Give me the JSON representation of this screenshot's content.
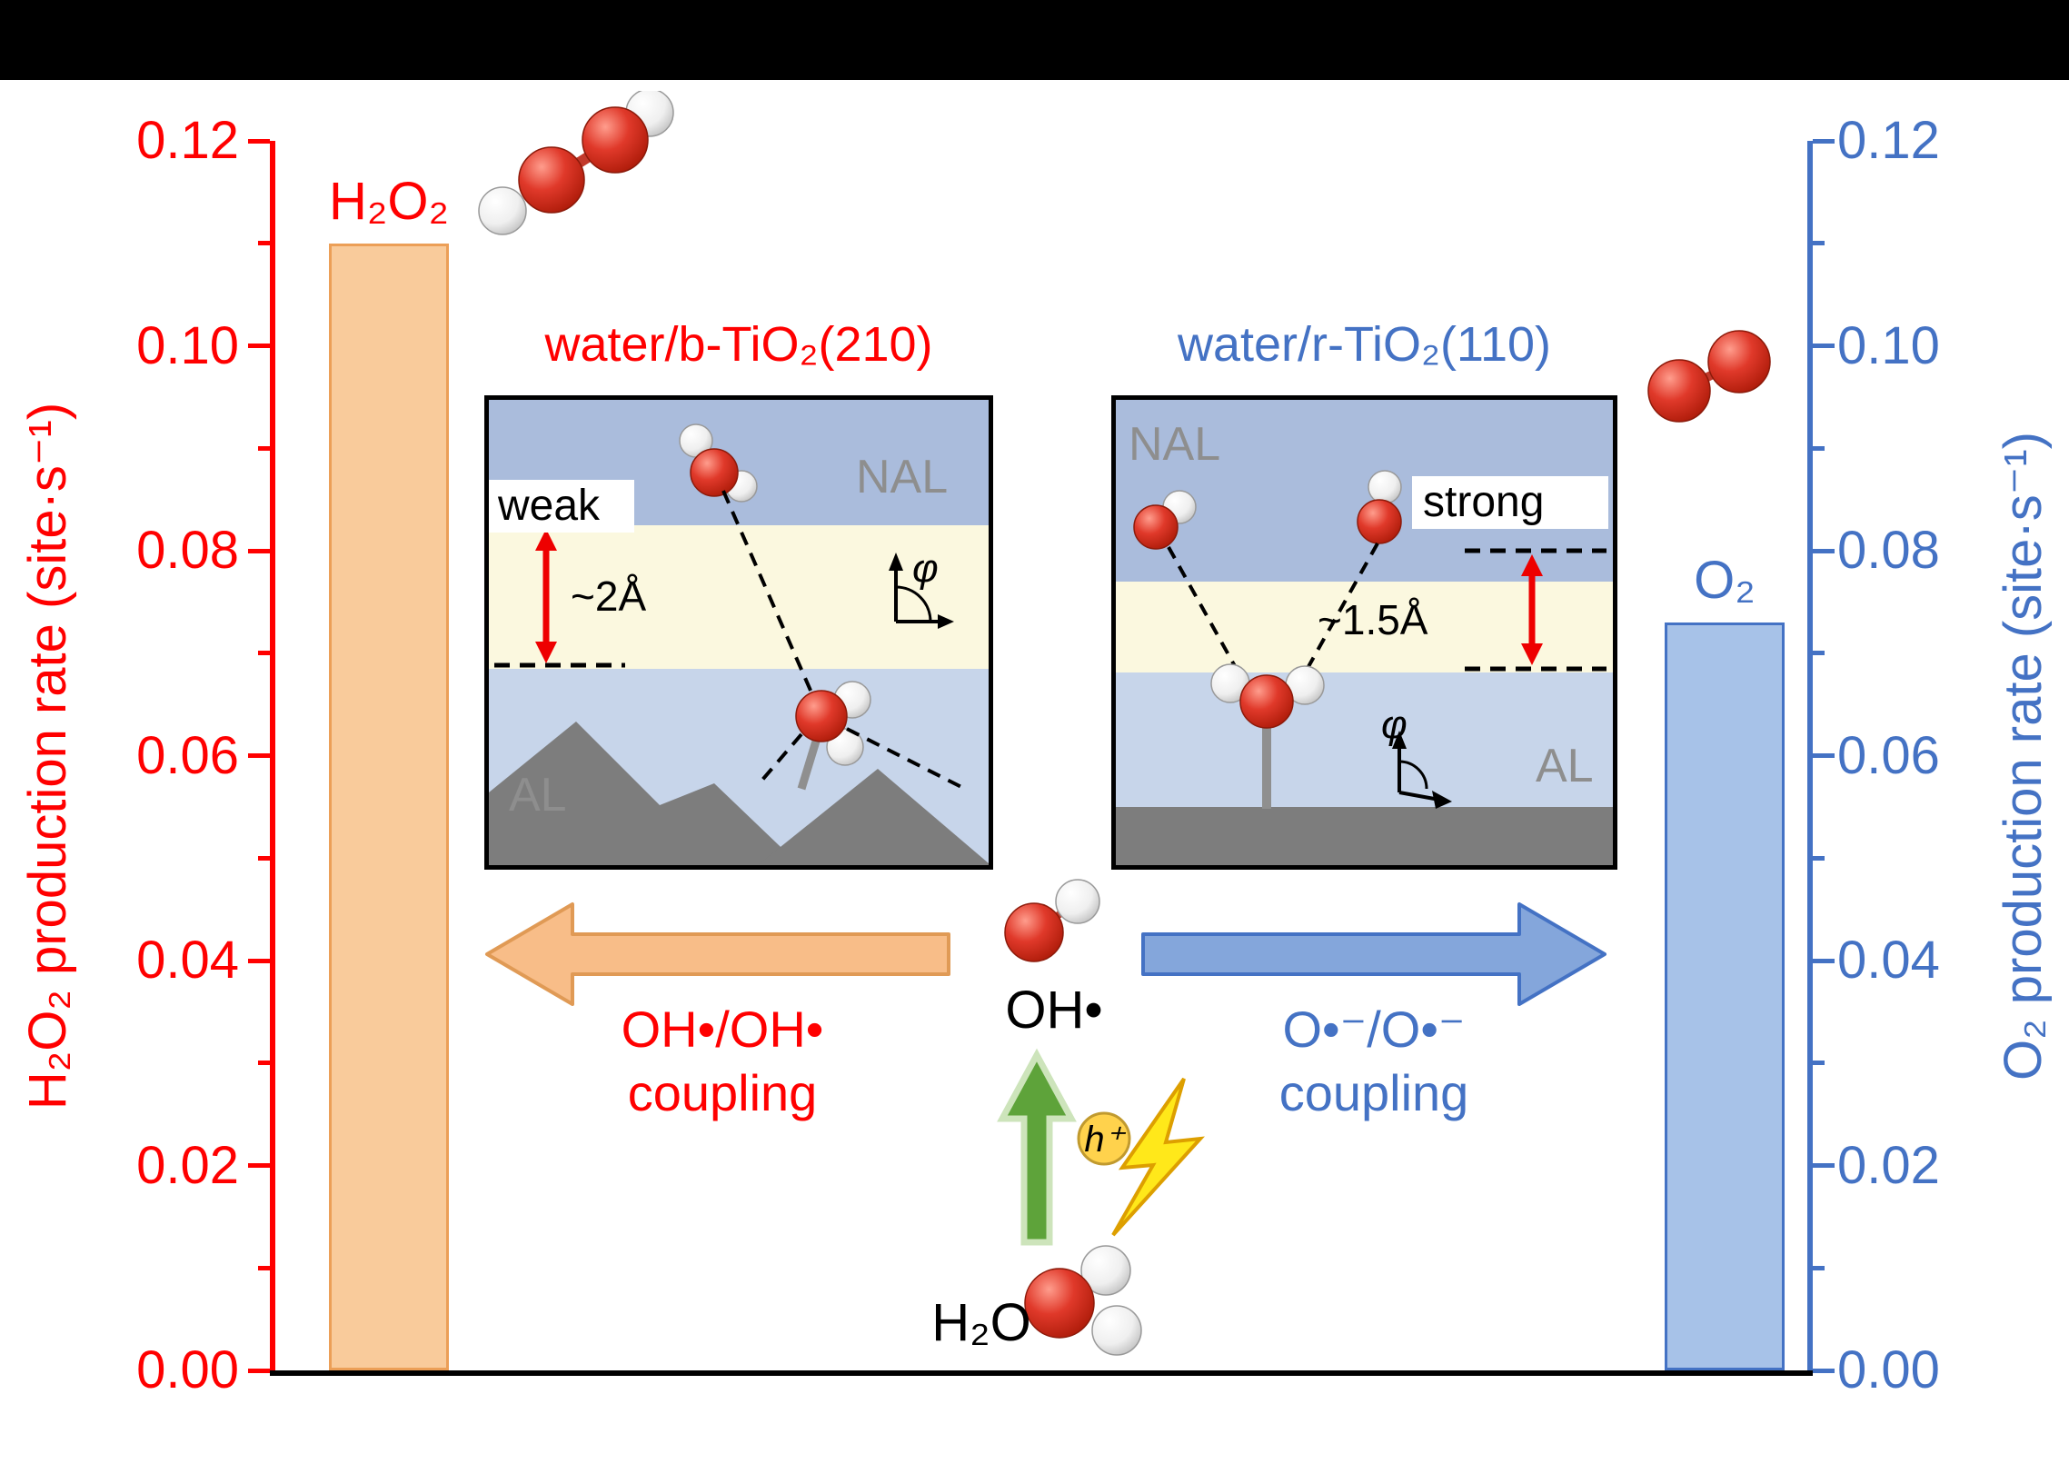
{
  "axes": {
    "left": {
      "title": "H₂O₂ production rate (site·s⁻¹)",
      "color": "#ff0000",
      "ticks": [
        "0.12",
        "0.10",
        "0.08",
        "0.06",
        "0.04",
        "0.02",
        "0.00"
      ]
    },
    "right": {
      "title": "O₂ production rate (site·s⁻¹)",
      "color": "#4472c4",
      "ticks": [
        "0.12",
        "0.10",
        "0.08",
        "0.06",
        "0.04",
        "0.02",
        "0.00"
      ]
    }
  },
  "bars": {
    "h2o2": {
      "label": "H₂O₂"
    },
    "o2": {
      "label": "O₂"
    }
  },
  "insets": {
    "left": {
      "title": "water/b-TiO₂(210)",
      "strength": "weak",
      "nal": "NAL",
      "al": "AL",
      "gap": "~2Å",
      "phi": "φ"
    },
    "right": {
      "title": "water/r-TiO₂(110)",
      "strength": "strong",
      "nal": "NAL",
      "al": "AL",
      "gap": "~1.5Å",
      "phi": "φ"
    }
  },
  "reaction": {
    "left_arrow_line1": "OH•/OH•",
    "left_arrow_line2": "coupling",
    "right_arrow_line1": "O•⁻/O•⁻",
    "right_arrow_line2": "coupling",
    "oh_label": "OH•",
    "h2o_label": "H₂O",
    "hole_label": "h⁺"
  },
  "chart_data": {
    "type": "bar",
    "dual_axis": true,
    "categories": [
      "H₂O₂",
      "O₂"
    ],
    "series": [
      {
        "name": "H₂O₂ production rate",
        "axis": "left",
        "color": "#f9cb9b",
        "values": [
          0.11,
          null
        ]
      },
      {
        "name": "O₂ production rate",
        "axis": "right",
        "color": "#a7c2e8",
        "values": [
          null,
          0.073
        ]
      }
    ],
    "left_axis": {
      "label": "H₂O₂ production rate (site·s⁻¹)",
      "range": [
        0,
        0.12
      ],
      "tick_step": 0.02,
      "color": "#ff0000"
    },
    "right_axis": {
      "label": "O₂ production rate (site·s⁻¹)",
      "range": [
        0,
        0.12
      ],
      "tick_step": 0.02,
      "color": "#4472c4"
    },
    "grid": false,
    "legend": "none",
    "annotations": [
      "water/b-TiO₂(210)",
      "water/r-TiO₂(110)",
      "weak",
      "strong",
      "~2Å",
      "~1.5Å",
      "NAL",
      "AL",
      "OH•/OH• coupling",
      "O•⁻/O•⁻ coupling",
      "OH•",
      "H₂O",
      "h⁺",
      "φ"
    ]
  }
}
